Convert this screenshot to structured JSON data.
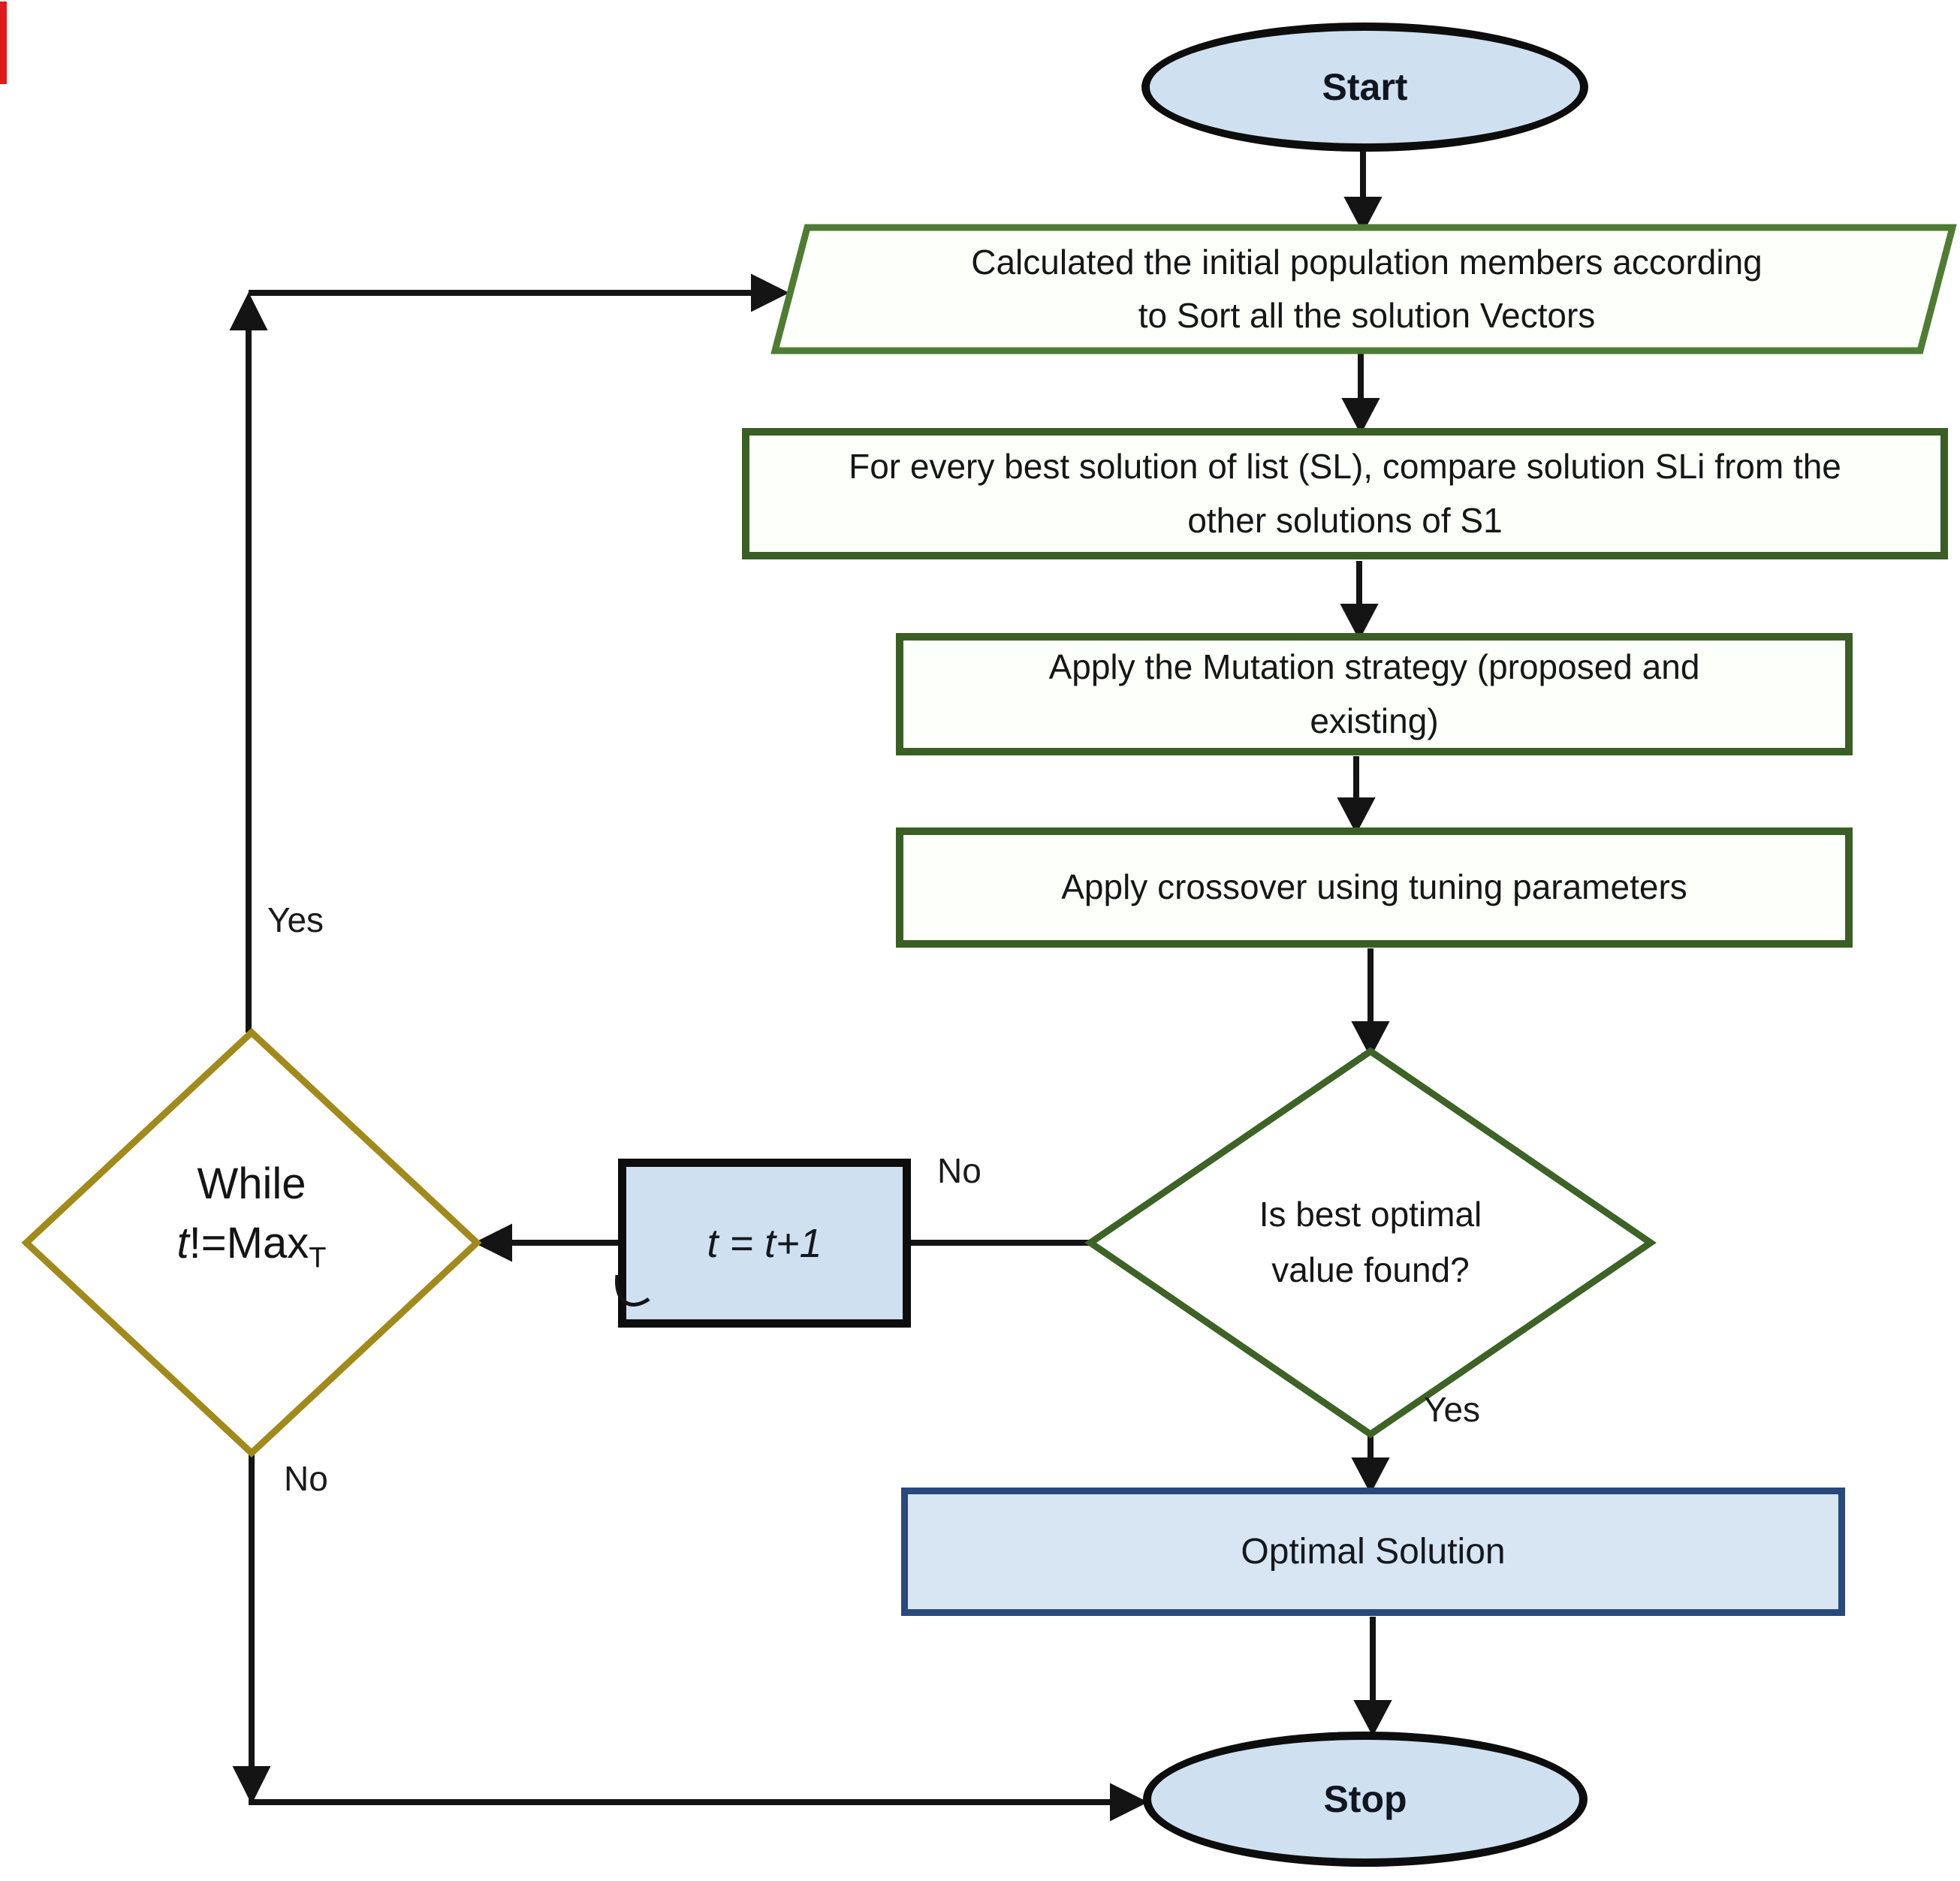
{
  "nodes": {
    "start": {
      "label": "Start"
    },
    "init_population": {
      "label": "Calculated the initial population members according\nto Sort all the solution Vectors"
    },
    "compare_solutions": {
      "label": "For every best solution of list (SL), compare solution SLi from the\nother solutions of S1"
    },
    "mutation": {
      "label": "Apply the Mutation strategy (proposed and\nexisting)"
    },
    "crossover": {
      "label": "Apply crossover using tuning parameters"
    },
    "decision_optimal": {
      "label": "Is best optimal\nvalue found?"
    },
    "increment": {
      "label": "t = t+1"
    },
    "while_loop": {
      "line1": "While",
      "var": "t",
      "operator": "!=Max",
      "subscript": "T"
    },
    "optimal_solution": {
      "label": "Optimal Solution"
    },
    "stop": {
      "label": "Stop"
    }
  },
  "edge_labels": {
    "decision_no": "No",
    "decision_yes": "Yes",
    "while_yes": "Yes",
    "while_no": "No"
  },
  "colors": {
    "terminator_fill": "#cfe0f0",
    "process_border_green": "#3a5e23",
    "parallelogram_border_green": "#4e7c33",
    "decision_border_green": "#3d6327",
    "while_border_olive": "#a18a1b",
    "optimal_border_navy": "#28487e",
    "optimal_fill": "#d8e5f3",
    "increment_fill": "#cfe0f0",
    "line_color": "#141414",
    "artifact_red": "#e01b1b"
  }
}
